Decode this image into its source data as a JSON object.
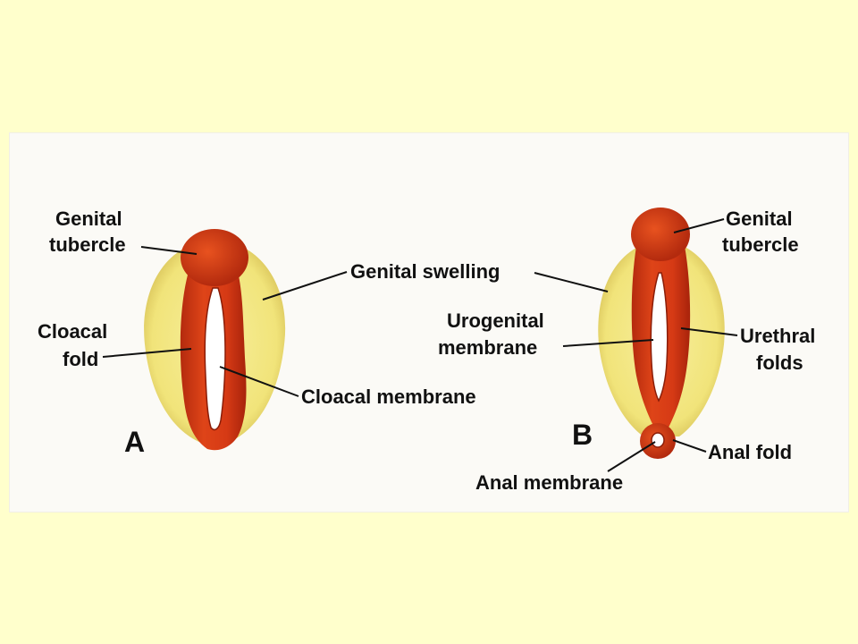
{
  "colors": {
    "background": "#ffffcc",
    "panel": "#fbfaf6",
    "swelling": "#f4e98a",
    "tissue": "#d63a15",
    "tissue_dark": "#a8230b",
    "membrane": "#ffffff",
    "text": "#111111"
  },
  "figure_a": {
    "panel_label": "A",
    "genital_tubercle": [
      "Genital",
      "tubercle"
    ],
    "genital_swelling": "Genital swelling",
    "cloacal_fold": [
      "Cloacal",
      "fold"
    ],
    "cloacal_membrane": "Cloacal membrane"
  },
  "figure_b": {
    "panel_label": "B",
    "genital_tubercle": [
      "Genital",
      "tubercle"
    ],
    "urogenital_membrane": [
      "Urogenital",
      "membrane"
    ],
    "urethral_folds": [
      "Urethral",
      "folds"
    ],
    "anal_fold": "Anal fold",
    "anal_membrane": "Anal membrane"
  }
}
